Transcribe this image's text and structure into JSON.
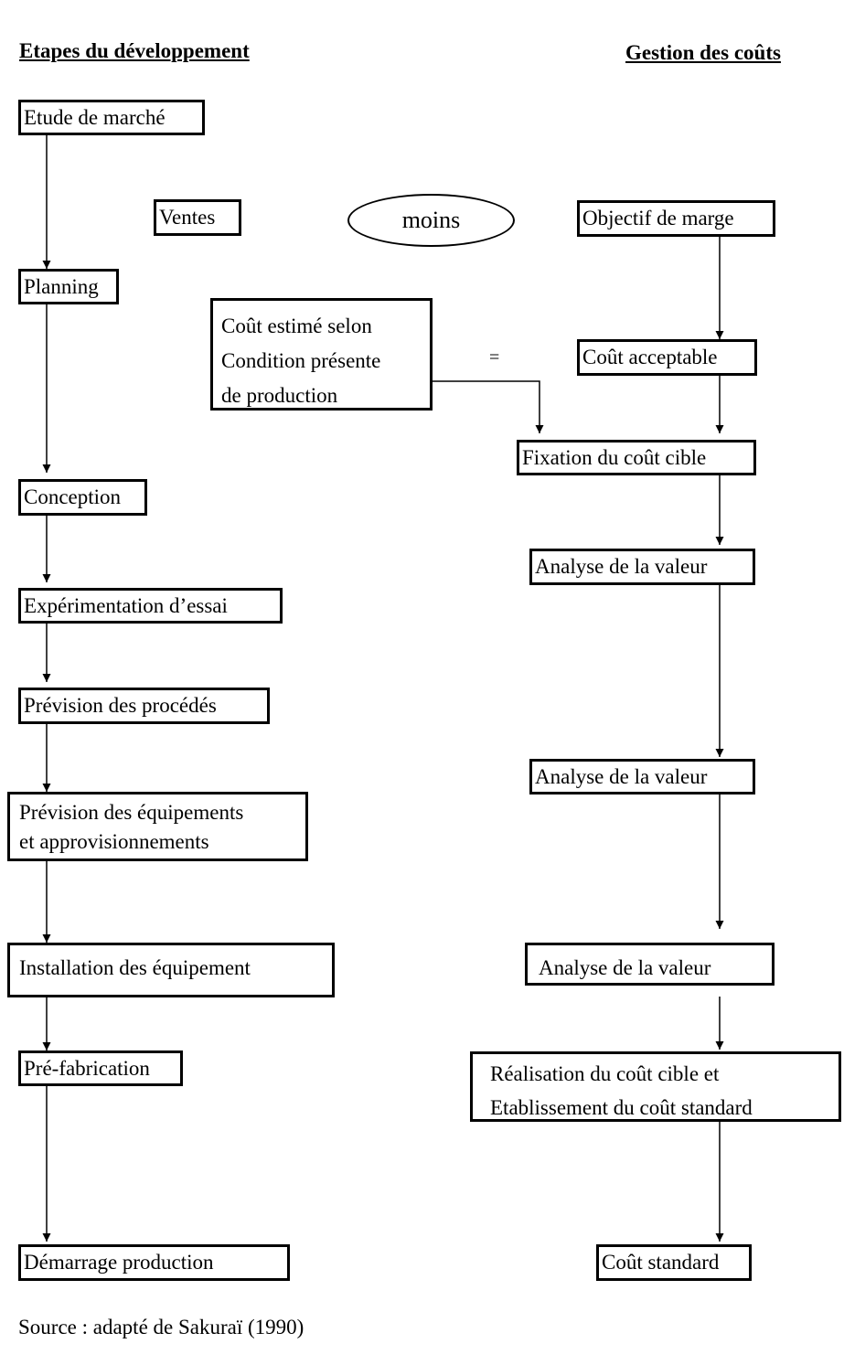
{
  "headers": {
    "left": "Etapes du développement",
    "right": "Gestion des coûts"
  },
  "left_column": {
    "etude": "Etude de marché",
    "planning": "Planning",
    "conception": "Conception",
    "experimentation": "Expérimentation d’essai",
    "prevision_procedes": "Prévision des procédés",
    "prevision_equipements": [
      "Prévision des équipements",
      "et approvisionnements"
    ],
    "installation": "Installation des équipement",
    "prefabrication": "Pré-fabrication",
    "demarrage": "Démarrage production"
  },
  "middle": {
    "ventes": "Ventes",
    "moins": "moins",
    "cout_estime": [
      "Coût estimé selon",
      "Condition présente",
      "de production"
    ],
    "equals": "="
  },
  "right_column": {
    "objectif": "Objectif de marge",
    "acceptable": "Coût acceptable",
    "fixation": "Fixation du coût cible",
    "analyse_1": "Analyse de la valeur",
    "analyse_2": "Analyse de la valeur",
    "analyse_3": "Analyse de la valeur",
    "realisation": [
      "Réalisation du coût cible et",
      "Etablissement du coût standard"
    ],
    "standard": "Coût standard"
  },
  "source": "Source : adapté de Sakuraï (1990)"
}
